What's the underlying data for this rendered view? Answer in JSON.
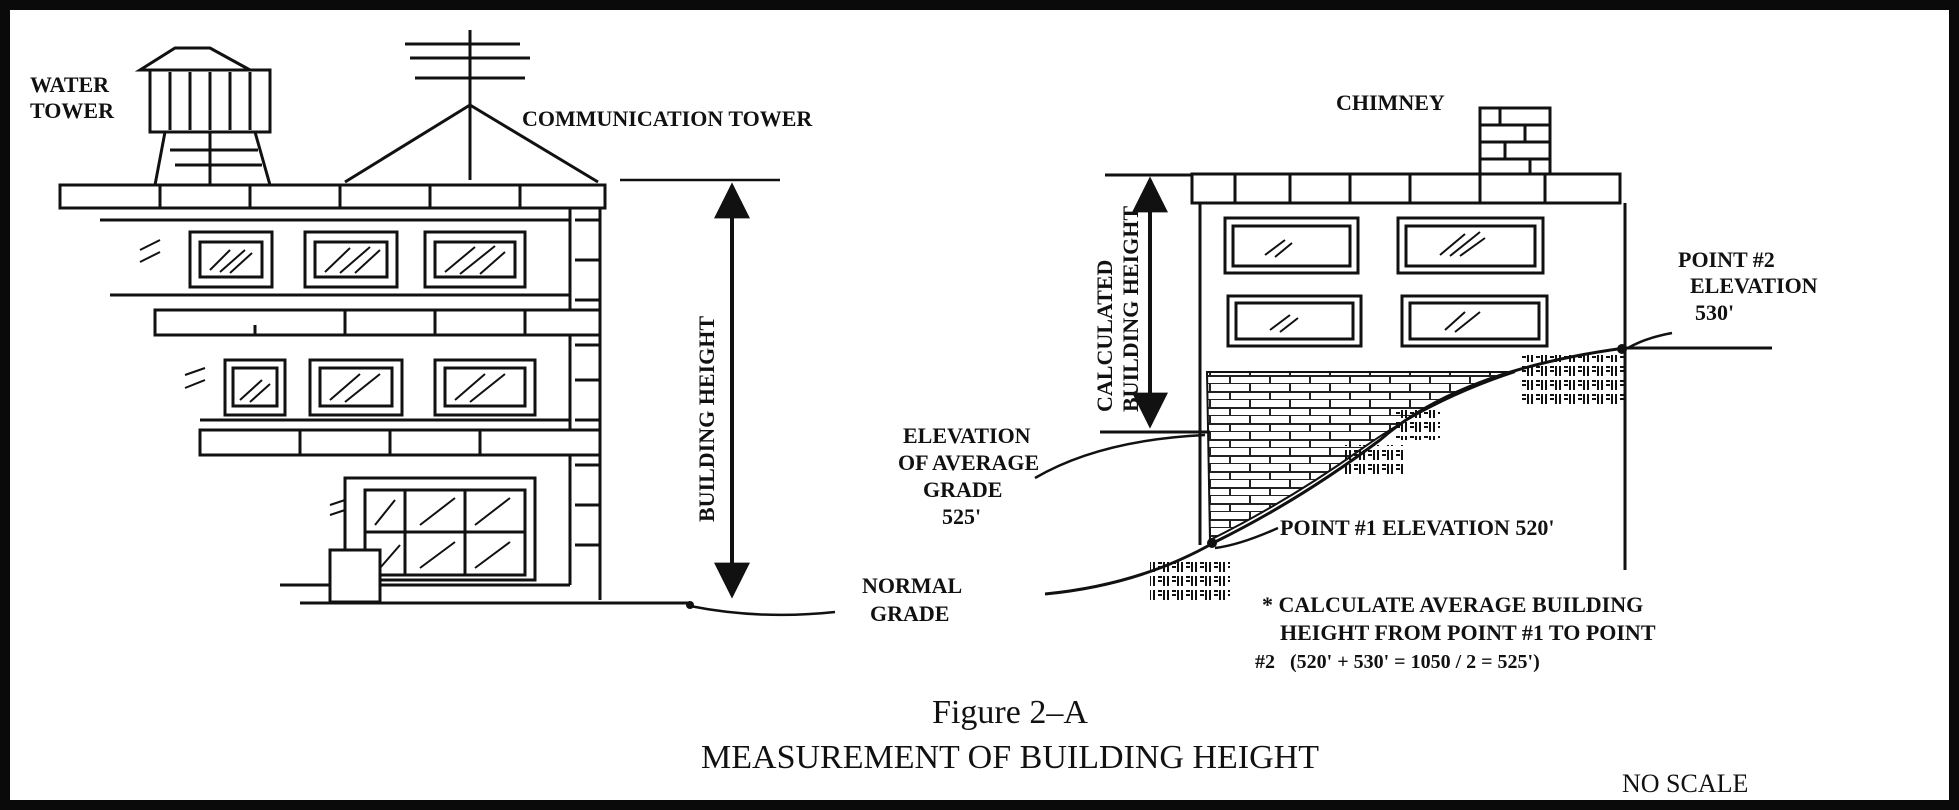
{
  "labels": {
    "water_tower": [
      "WATER",
      "TOWER"
    ],
    "communication_tower": "COMMUNICATION TOWER",
    "building_height": "BUILDING HEIGHT",
    "normal_grade": [
      "NORMAL",
      "GRADE"
    ],
    "chimney": "CHIMNEY",
    "calculated_building_height": [
      "CALCULATED",
      "BUILDING HEIGHT"
    ],
    "elevation_average_grade": [
      "ELEVATION",
      "OF AVERAGE",
      "GRADE",
      "525'"
    ],
    "point_1": "POINT #1 ELEVATION 520'",
    "point_2": [
      "POINT #2",
      "ELEVATION",
      "530'"
    ],
    "note": [
      "* CALCULATE AVERAGE BUILDING",
      "HEIGHT FROM POINT #1 TO POINT",
      "#2   (520' + 530' = 1050 / 2 = 525')"
    ]
  },
  "figure": {
    "number": "Figure 2–A",
    "title": "MEASUREMENT OF BUILDING HEIGHT",
    "scale_note": "NO SCALE"
  },
  "colors": {
    "ink": "#111111",
    "paper": "#ffffff",
    "border": "#0a0a0a"
  }
}
